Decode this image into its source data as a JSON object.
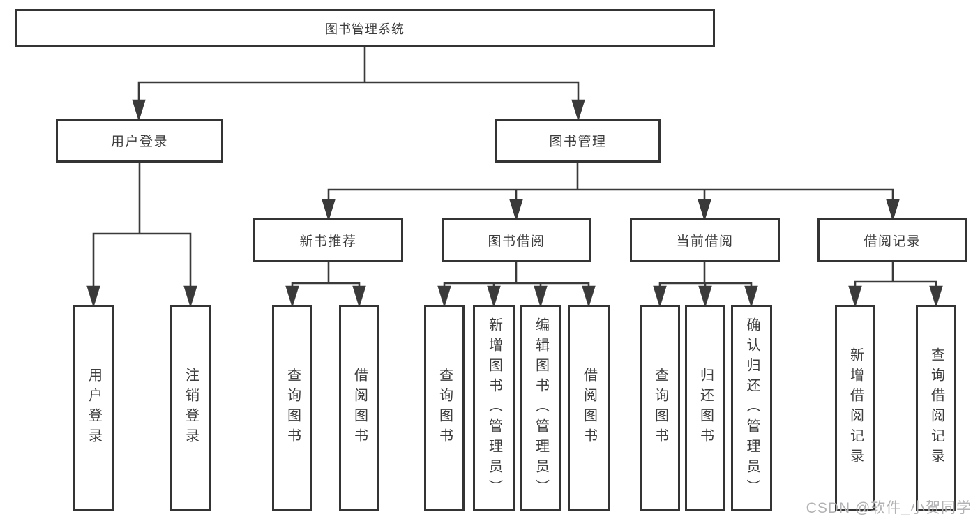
{
  "title": "图书管理系统",
  "watermark": "CSDN @软件_小贺同学",
  "colors": {
    "line": "#3a3a3a",
    "border": "#343434",
    "text": "#3d3d3d",
    "background": "#ffffff",
    "watermark": "#b2b2b4"
  },
  "nodes": {
    "root": {
      "label": "图书管理系统"
    },
    "user_login": {
      "label": "用户登录"
    },
    "book_mgmt": {
      "label": "图书管理"
    },
    "login_user_login": {
      "label": "用户登录"
    },
    "login_logout": {
      "label": "注销登录"
    },
    "new_book_rec": {
      "label": "新书推荐"
    },
    "book_borrow": {
      "label": "图书借阅"
    },
    "current_borrow": {
      "label": "当前借阅"
    },
    "borrow_records": {
      "label": "借阅记录"
    },
    "rec_query_books": {
      "label": "查询图书"
    },
    "rec_borrow_books": {
      "label": "借阅图书"
    },
    "bb_query_books": {
      "label": "查询图书"
    },
    "bb_add_books": {
      "label": "新增图书（管理员）"
    },
    "bb_edit_books": {
      "label": "编辑图书（管理员）"
    },
    "bb_borrow_books": {
      "label": "借阅图书"
    },
    "cb_query_books": {
      "label": "查询图书"
    },
    "cb_return_books": {
      "label": "归还图书"
    },
    "cb_confirm_return": {
      "label": "确认归还（管理员）"
    },
    "br_add_record": {
      "label": "新增借阅记录"
    },
    "br_query_record": {
      "label": "查询借阅记录"
    }
  },
  "edges": [
    [
      "root",
      "user_login"
    ],
    [
      "root",
      "book_mgmt"
    ],
    [
      "user_login",
      "login_user_login"
    ],
    [
      "user_login",
      "login_logout"
    ],
    [
      "book_mgmt",
      "new_book_rec"
    ],
    [
      "book_mgmt",
      "book_borrow"
    ],
    [
      "book_mgmt",
      "current_borrow"
    ],
    [
      "book_mgmt",
      "borrow_records"
    ],
    [
      "new_book_rec",
      "rec_query_books"
    ],
    [
      "new_book_rec",
      "rec_borrow_books"
    ],
    [
      "book_borrow",
      "bb_query_books"
    ],
    [
      "book_borrow",
      "bb_add_books"
    ],
    [
      "book_borrow",
      "bb_edit_books"
    ],
    [
      "book_borrow",
      "bb_borrow_books"
    ],
    [
      "current_borrow",
      "cb_query_books"
    ],
    [
      "current_borrow",
      "cb_return_books"
    ],
    [
      "current_borrow",
      "cb_confirm_return"
    ],
    [
      "borrow_records",
      "br_add_record"
    ],
    [
      "borrow_records",
      "br_query_record"
    ]
  ]
}
